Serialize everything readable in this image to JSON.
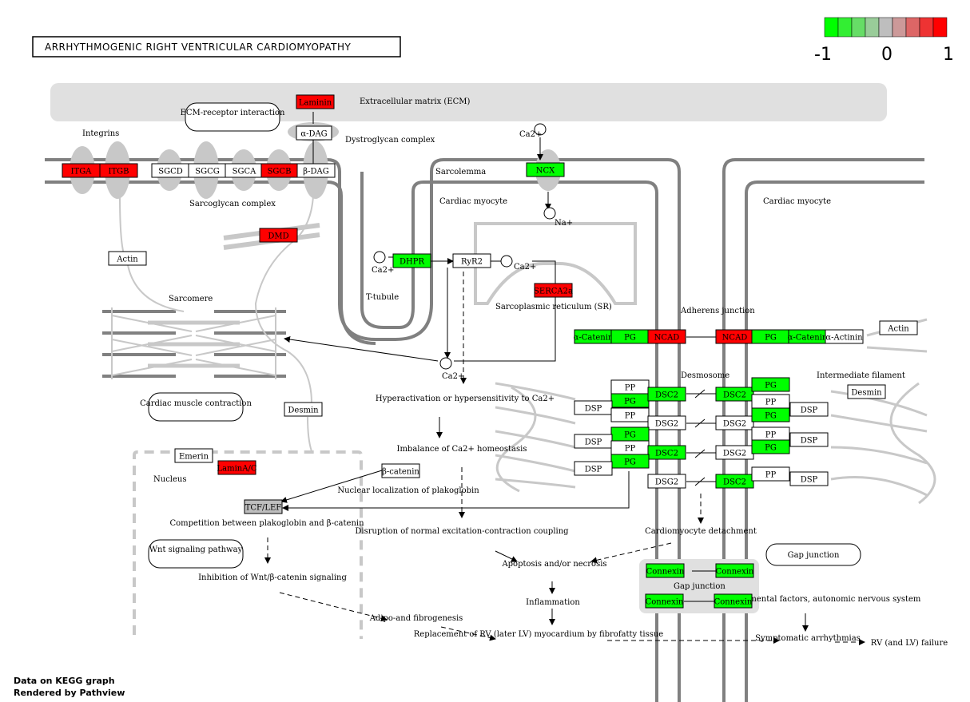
{
  "title": "ARRHYTHMOGENIC RIGHT VENTRICULAR CARDIOMYOPATHY",
  "credits": [
    "Data on KEGG graph",
    "Rendered by Pathview"
  ],
  "legend": {
    "colors": [
      "#00ff00",
      "#33ee33",
      "#66dd66",
      "#99cc99",
      "#bebebe",
      "#cc9999",
      "#dd6666",
      "#ee3333",
      "#ff0000"
    ],
    "tick_labels": [
      "-1",
      "0",
      "1"
    ]
  },
  "compartments": {
    "ecm": "Extracellular matrix (ECM)",
    "sarcolemma": "Sarcolemma",
    "cardiac_myocyte_1": "Cardiac myocyte",
    "cardiac_myocyte_2": "Cardiac myocyte",
    "integrins": "Integrins",
    "sarcoglycan_complex": "Sarcoglycan complex",
    "dystroglycan_complex": "Dystroglycan complex",
    "sarcomere": "Sarcomere",
    "t_tubule": "T-tubule",
    "sr": "Sarcoplasmic reticulum (SR)",
    "nucleus": "Nucleus",
    "adherens_junction": "Adherens junction",
    "desmosome": "Desmosome",
    "intermediate_filament": "Intermediate filament",
    "gap_junction_inner": "Gap junction"
  },
  "pathway_links": {
    "ecm_receptor": "ECM-receptor interaction",
    "cardiac_muscle": "Cardiac muscle contraction",
    "wnt": "Wnt signaling pathway",
    "gap_junction": "Gap junction"
  },
  "compounds": {
    "ca_ncx": "Ca2+",
    "na_ncx": "Na+",
    "ca_dhpr": "Ca2+",
    "ca_sr": "Ca2+",
    "ca_cyto": "Ca2+"
  },
  "genes": {
    "laminin": "Laminin",
    "a_dag": "α-DAG",
    "itga": "ITGA",
    "itgb": "ITGB",
    "sgcd": "SGCD",
    "sgcg": "SGCG",
    "sgca": "SGCA",
    "sgcb": "SGCB",
    "b_dag": "β-DAG",
    "ncx": "NCX",
    "dmd": "DMD",
    "actin_left": "Actin",
    "dhpr": "DHPR",
    "ryr2": "RyR2",
    "serca2a": "SERCA2a",
    "actin_right": "Actin",
    "a_catenin_left": "α-Catenin",
    "pg_aj_left": "PG",
    "ncad_left": "NCAD",
    "ncad_right": "NCAD",
    "pg_aj_right": "PG",
    "a_catenin_right_green": "α-Catenin",
    "a_actinin": "α-Actinin",
    "pp_1": "PP",
    "pg_ds1": "PG",
    "dsc2_l1": "DSC2",
    "dsc2_r1": "DSC2",
    "pg_r1": "PG",
    "dsp_l1": "DSP",
    "pp_2": "PP",
    "dsg2_l1": "DSG2",
    "dsg2_r1": "DSG2",
    "pp_r1": "PP",
    "pg_r2": "PG",
    "dsp_r1": "DSP",
    "desmin_right": "Desmin",
    "pg_ds2": "PG",
    "dsp_l2": "DSP",
    "pp_3": "PP",
    "dsc2_l2": "DSC2",
    "dsg2_r2": "DSG2",
    "pp_r2": "PP",
    "pg_r3": "PG",
    "dsp_r2": "DSP",
    "pg_ds3": "PG",
    "dsp_l3": "DSP",
    "dsg2_l2": "DSG2",
    "dsc2_r2": "DSC2",
    "pp_r3": "PP",
    "dsp_r3": "DSP",
    "desmin_left": "Desmin",
    "emerin": "Emerin",
    "lamin": "LaminA/C",
    "b_catenin": "β-catenin",
    "tcf_lef": "TCF/LEF",
    "connexin_1": "Connexin",
    "connexin_2": "Connexin",
    "connexin_3": "Connexin",
    "connexin_4": "Connexin"
  },
  "process_labels": {
    "hyperactivation": "Hyperactivation or hypersensitivity to Ca2+",
    "imbalance": "Imbalance of Ca2+ homeostasis",
    "nuclear_localization": "Nuclear localization of plakoglobin",
    "competition": "Competition between plakoglobin and β-catenin",
    "inhibition": "Inhibition of Wnt/β-catenin signaling",
    "adipo": "Adipo-and fibrogenesis",
    "disruption": "Disruption of normal excitation-contraction coupling",
    "apoptosis": "Apoptosis and/or necrosis",
    "inflammation": "Inflammation",
    "replacement": "Replacement of RV (later LV) myocardium by fibrofatty tissue",
    "detachment": "Cardiomyocyte detachment",
    "environmental": "Environmental factors, autonomic nervous system",
    "symptomatic": "Symptomatic arrhythmias",
    "failure": "RV (and LV) failure"
  },
  "gene_colors": {
    "up": "#ff0000",
    "down": "#00ff00",
    "neutral": "#ffffff",
    "mid": "#bebebe"
  }
}
